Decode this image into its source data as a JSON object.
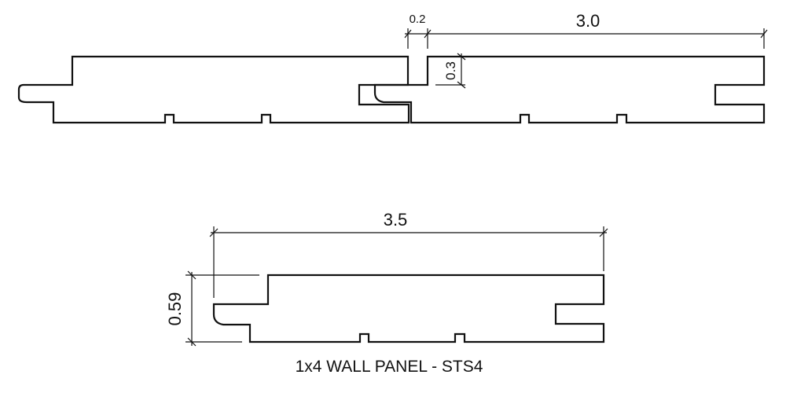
{
  "drawing": {
    "title": "1x4 WALL PANEL - STS4",
    "dims": {
      "gap": "0.2",
      "exposed_face": "3.0",
      "groove_depth": "0.3",
      "overall_width": "3.5",
      "thickness": "0.59"
    }
  }
}
